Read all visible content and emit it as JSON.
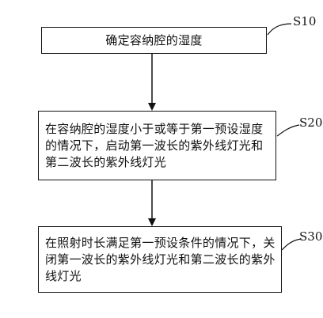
{
  "steps": [
    {
      "id": "S10",
      "text": "确定容纳腔的湿度"
    },
    {
      "id": "S20",
      "text": "在容纳腔的湿度小于或等于第一预设湿度的情况下，启动第一波长的紫外线灯光和第二波长的紫外线灯光"
    },
    {
      "id": "S30",
      "text": "在照射时长满足第一预设条件的情况下，关闭第一波长的紫外线灯光和第二波长的紫外线灯光"
    }
  ]
}
